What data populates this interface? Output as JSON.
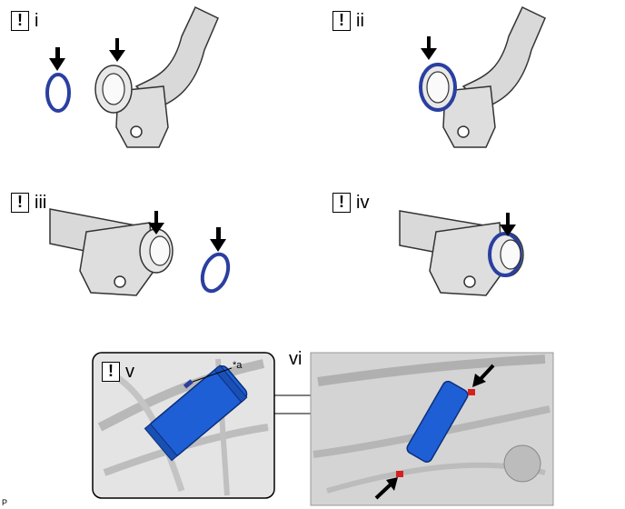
{
  "steps": [
    {
      "id": "i",
      "notice_symbol": "!",
      "label": "i"
    },
    {
      "id": "ii",
      "notice_symbol": "!",
      "label": "ii"
    },
    {
      "id": "iii",
      "notice_symbol": "!",
      "label": "iii"
    },
    {
      "id": "iv",
      "notice_symbol": "!",
      "label": "iv"
    },
    {
      "id": "v",
      "notice_symbol": "!",
      "label": "v"
    },
    {
      "id": "vi",
      "notice_symbol": "",
      "label": "vi"
    }
  ],
  "callout_a": "*a",
  "corner_code": "P",
  "colors": {
    "o_ring_blue": "#2a3fa0",
    "highlight_blue": "#1f5fd6",
    "red_marker": "#d62020",
    "part_gray": "#d9d9d9",
    "outline": "#333333"
  },
  "icons": [
    "down-arrow-icon",
    "diagonal-arrow-icon",
    "o-ring-icon",
    "pipe-part-icon"
  ]
}
